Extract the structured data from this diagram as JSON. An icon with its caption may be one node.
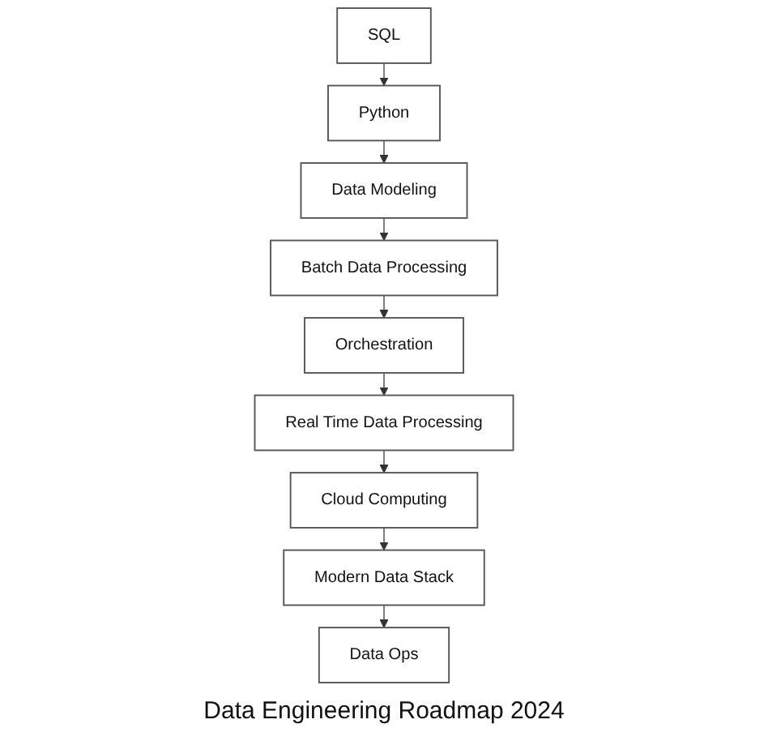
{
  "diagram": {
    "caption": "Data Engineering Roadmap 2024",
    "nodes": [
      {
        "text": [
          "SQL"
        ]
      },
      {
        "text": [
          "Python"
        ]
      },
      {
        "text": [
          "Data Modeling"
        ]
      },
      {
        "text": [
          "Batch Data Processing"
        ]
      },
      {
        "text": [
          "Orchestration"
        ]
      },
      {
        "text": [
          "Real Time Data Processing"
        ]
      },
      {
        "text": [
          "Cloud Computing"
        ]
      },
      {
        "text": [
          "Modern Data Stack"
        ]
      },
      {
        "text": [
          "Data Ops"
        ]
      }
    ],
    "edges": [
      {
        "from": 0,
        "to": 1,
        "arrow": "to"
      },
      {
        "from": 1,
        "to": 2,
        "arrow": "to"
      },
      {
        "from": 2,
        "to": 3,
        "arrow": "to"
      },
      {
        "from": 3,
        "to": 4,
        "arrow": "to"
      },
      {
        "from": 4,
        "to": 5,
        "arrow": "to"
      },
      {
        "from": 5,
        "to": 6,
        "arrow": "to"
      },
      {
        "from": 6,
        "to": 7,
        "arrow": "to"
      },
      {
        "from": 7,
        "to": 8,
        "arrow": "to"
      }
    ]
  }
}
